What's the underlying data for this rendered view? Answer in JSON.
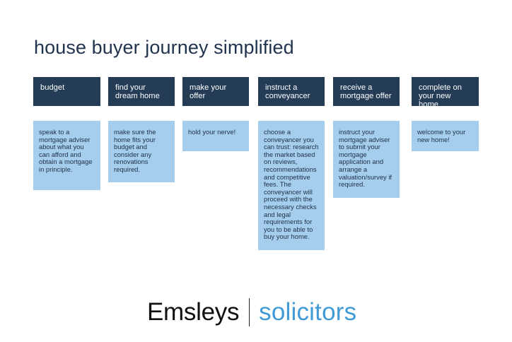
{
  "title": "house buyer journey simplified",
  "steps": [
    {
      "heading": "budget",
      "detail": "speak to a mortgage adviser about what you can afford and obtain a mortgage in principle."
    },
    {
      "heading": "find your dream home",
      "detail": "make sure the home fits your budget and consider any renovations required."
    },
    {
      "heading": "make your offer",
      "detail": "hold your nerve!"
    },
    {
      "heading": "instruct a conveyancer",
      "detail": "choose a conveyancer you can trust: research the market based on reviews, recommendations and competitive fees. The conveyancer will proceed with the necessary checks and legal requirements for you to be able to buy your home."
    },
    {
      "heading": "receive a mortgage offer",
      "detail": "instruct your mortgage adviser to submit your mortgage application and arrange a valuation/survey if required."
    },
    {
      "heading": "complete on your new home",
      "detail": "welcome to your new home!"
    }
  ],
  "logo": {
    "name": "Emsleys",
    "tagline": "solicitors"
  },
  "colors": {
    "heading_bg": "#243c55",
    "detail_bg": "#a4cdee",
    "title": "#22344d",
    "tagline": "#3f9ad6"
  }
}
